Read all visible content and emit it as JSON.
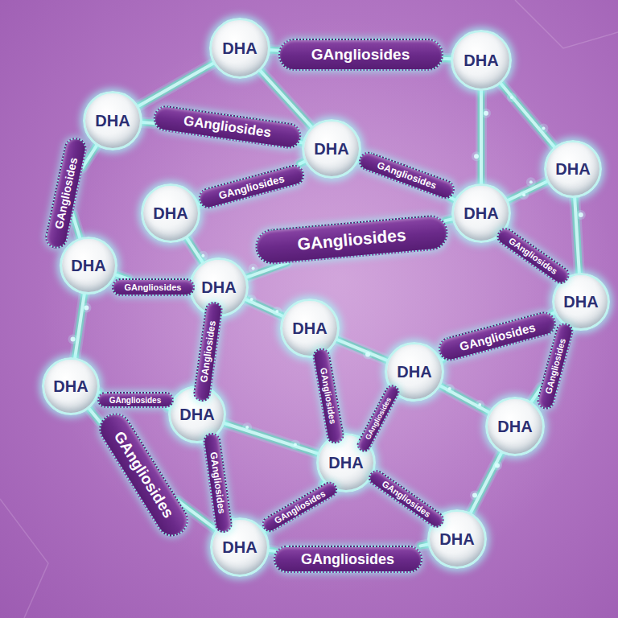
{
  "diagram": {
    "nodes": [
      {
        "text": [
          "DHA"
        ]
      },
      {
        "text": [
          "DHA"
        ]
      },
      {
        "text": [
          "DHA"
        ]
      },
      {
        "text": [
          "DHA"
        ]
      },
      {
        "text": [
          "DHA"
        ]
      },
      {
        "text": [
          "DHA"
        ]
      },
      {
        "text": [
          "DHA"
        ]
      },
      {
        "text": [
          "DHA"
        ]
      },
      {
        "text": [
          "DHA"
        ]
      },
      {
        "text": [
          "DHA"
        ]
      },
      {
        "text": [
          "DHA"
        ]
      },
      {
        "text": [
          "DHA"
        ]
      },
      {
        "text": [
          "DHA"
        ]
      },
      {
        "text": [
          "DHA"
        ]
      },
      {
        "text": [
          "DHA"
        ]
      },
      {
        "text": [
          "DHA"
        ]
      },
      {
        "text": [
          "DHA"
        ]
      },
      {
        "text": [
          "DHA"
        ]
      },
      {
        "text": [
          "GAngliosides"
        ]
      },
      {
        "text": [
          "GAngliosides"
        ]
      },
      {
        "text": [
          "GAngliosides"
        ]
      },
      {
        "text": [
          "GAngliosides"
        ]
      },
      {
        "text": [
          "GAngliosides"
        ]
      },
      {
        "text": [
          "GAngliosides"
        ]
      },
      {
        "text": [
          "GAngliosides"
        ]
      },
      {
        "text": [
          "GAngliosides"
        ]
      },
      {
        "text": [
          "GAngliosides"
        ]
      },
      {
        "text": [
          "GAngliosides"
        ]
      },
      {
        "text": [
          "GAngliosides"
        ]
      },
      {
        "text": [
          "GAngliosides"
        ]
      },
      {
        "text": [
          "GAngliosides"
        ]
      },
      {
        "text": [
          "GAngliosides"
        ]
      },
      {
        "text": [
          "GAngliosides"
        ]
      },
      {
        "text": [
          "GAngliosides"
        ]
      },
      {
        "text": [
          "GAngliosides"
        ]
      },
      {
        "text": [
          "GAngliosides"
        ]
      },
      {
        "text": [
          "GAngliosides"
        ]
      }
    ],
    "edges": [
      {
        "from": 0,
        "to": 18,
        "arrow": "none"
      },
      {
        "from": 18,
        "to": 1,
        "arrow": "none"
      },
      {
        "from": 2,
        "to": 19,
        "arrow": "none"
      },
      {
        "from": 19,
        "to": 3,
        "arrow": "none"
      },
      {
        "from": 2,
        "to": 20,
        "arrow": "none"
      },
      {
        "from": 20,
        "to": 7,
        "arrow": "none"
      },
      {
        "from": 3,
        "to": 21,
        "arrow": "none"
      },
      {
        "from": 21,
        "to": 6,
        "arrow": "none"
      },
      {
        "from": 5,
        "to": 22,
        "arrow": "none"
      },
      {
        "from": 22,
        "to": 3,
        "arrow": "none"
      },
      {
        "from": 8,
        "to": 23,
        "arrow": "none"
      },
      {
        "from": 23,
        "to": 6,
        "arrow": "none"
      },
      {
        "from": 6,
        "to": 24,
        "arrow": "none"
      },
      {
        "from": 24,
        "to": 9,
        "arrow": "none"
      },
      {
        "from": 7,
        "to": 25,
        "arrow": "none"
      },
      {
        "from": 25,
        "to": 8,
        "arrow": "none"
      },
      {
        "from": 8,
        "to": 26,
        "arrow": "none"
      },
      {
        "from": 26,
        "to": 13,
        "arrow": "none"
      },
      {
        "from": 10,
        "to": 27,
        "arrow": "none"
      },
      {
        "from": 27,
        "to": 15,
        "arrow": "none"
      },
      {
        "from": 11,
        "to": 28,
        "arrow": "none"
      },
      {
        "from": 28,
        "to": 9,
        "arrow": "none"
      },
      {
        "from": 9,
        "to": 29,
        "arrow": "none"
      },
      {
        "from": 29,
        "to": 14,
        "arrow": "none"
      },
      {
        "from": 12,
        "to": 30,
        "arrow": "none"
      },
      {
        "from": 30,
        "to": 13,
        "arrow": "none"
      },
      {
        "from": 11,
        "to": 31,
        "arrow": "none"
      },
      {
        "from": 31,
        "to": 15,
        "arrow": "none"
      },
      {
        "from": 12,
        "to": 32,
        "arrow": "none"
      },
      {
        "from": 32,
        "to": 16,
        "arrow": "none"
      },
      {
        "from": 13,
        "to": 33,
        "arrow": "none"
      },
      {
        "from": 33,
        "to": 16,
        "arrow": "none"
      },
      {
        "from": 16,
        "to": 34,
        "arrow": "none"
      },
      {
        "from": 34,
        "to": 15,
        "arrow": "none"
      },
      {
        "from": 15,
        "to": 35,
        "arrow": "none"
      },
      {
        "from": 35,
        "to": 17,
        "arrow": "none"
      },
      {
        "from": 16,
        "to": 36,
        "arrow": "none"
      },
      {
        "from": 36,
        "to": 17,
        "arrow": "none"
      },
      {
        "from": 0,
        "to": 2,
        "arrow": "none"
      },
      {
        "from": 0,
        "to": 3,
        "arrow": "none"
      },
      {
        "from": 1,
        "to": 4,
        "arrow": "none"
      },
      {
        "from": 1,
        "to": 6,
        "arrow": "none"
      },
      {
        "from": 4,
        "to": 6,
        "arrow": "none"
      },
      {
        "from": 4,
        "to": 9,
        "arrow": "none"
      },
      {
        "from": 5,
        "to": 8,
        "arrow": "none"
      },
      {
        "from": 7,
        "to": 12,
        "arrow": "none"
      },
      {
        "from": 8,
        "to": 10,
        "arrow": "none"
      },
      {
        "from": 10,
        "to": 11,
        "arrow": "none"
      },
      {
        "from": 11,
        "to": 14,
        "arrow": "none"
      },
      {
        "from": 14,
        "to": 17,
        "arrow": "none"
      },
      {
        "from": 13,
        "to": 15,
        "arrow": "none"
      }
    ]
  }
}
